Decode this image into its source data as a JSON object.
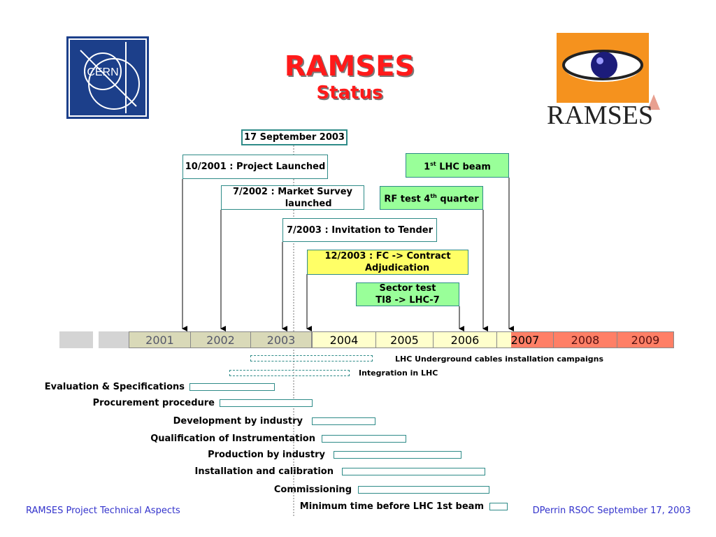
{
  "header": {
    "title": "RAMSES",
    "subtitle": "Status",
    "date": "17 September 2003"
  },
  "logos": {
    "cern_text": "CERN",
    "ramses_text": "RAMSES"
  },
  "milestones": {
    "project_launched": "10/2001 : Project Launched",
    "market_survey": "7/2002 : Market Survey\n          launched",
    "invitation_tender": "7/2003 : Invitation to Tender",
    "fc_contract": "12/2003 : FC -> Contract\n      Adjudication",
    "sector_test": "Sector test\nTI8 -> LHC-7",
    "rf_test_prefix": "RF test 4",
    "rf_test_sup": "th",
    "rf_test_suffix": " quarter",
    "lhc_beam_prefix": "1",
    "lhc_beam_sup": "st",
    "lhc_beam_suffix": " LHC beam"
  },
  "years": [
    "2001",
    "2002",
    "2003",
    "2004",
    "2005",
    "2006",
    "2007",
    "2008",
    "2009"
  ],
  "campaigns": {
    "cables": "LHC Underground cables installation campaigns",
    "integration": "Integration in LHC"
  },
  "tasks": [
    "Evaluation & Specifications",
    "Procurement procedure",
    "Development by industry",
    "Qualification of Instrumentation",
    "Production by industry",
    "Installation and calibration",
    "Commissioning",
    "Minimum time before LHC 1st beam"
  ],
  "footer": {
    "left": "RAMSES Project   Technical Aspects",
    "right": "DPerrin RSOC September 17, 2003"
  },
  "colors": {
    "title_red": "#ff1a1a",
    "teal_border": "#2e8b88",
    "milestone_green": "#99ff99",
    "milestone_yellow": "#ffff66",
    "year_done": "#d9d9b8",
    "year_current": "#ffffcc",
    "year_future": "#ff7f66",
    "footer_blue": "#3333cc"
  }
}
